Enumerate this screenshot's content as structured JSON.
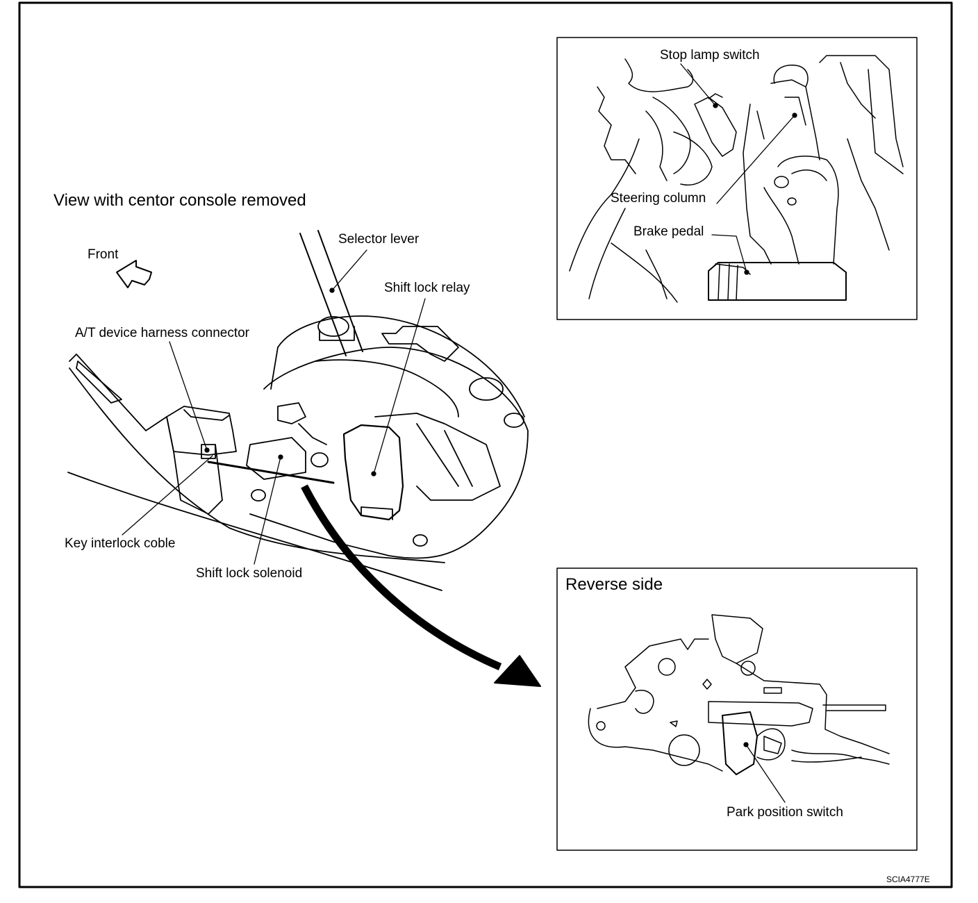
{
  "main_view": {
    "heading": "View with centor console removed",
    "front_label": "Front",
    "callouts": {
      "selector_lever": "Selector lever",
      "shift_lock_relay": "Shift lock relay",
      "harness_connector": "A/T device harness connector",
      "key_interlock_cable": "Key interlock coble",
      "shift_lock_solenoid": "Shift lock solenoid"
    }
  },
  "inset_pedal": {
    "callouts": {
      "stop_lamp_switch": "Stop lamp switch",
      "steering_column": "Steering column",
      "brake_pedal": "Brake pedal"
    }
  },
  "inset_reverse": {
    "title": "Reverse side",
    "callouts": {
      "park_position_switch": "Park position switch"
    }
  },
  "figure_code": "SCIA4777E"
}
